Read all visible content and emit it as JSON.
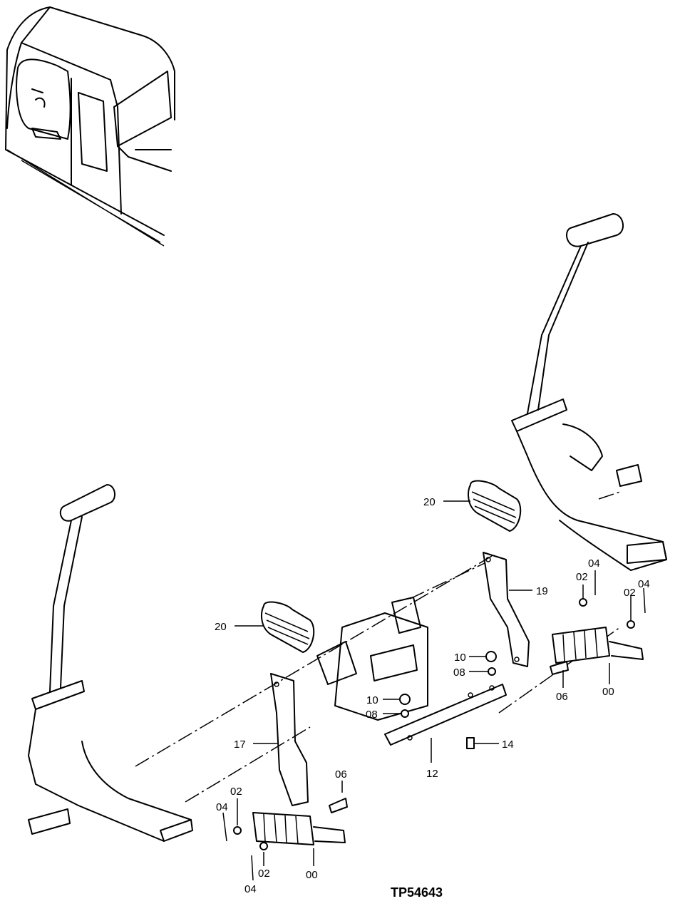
{
  "reference_code": "TP54643",
  "callouts": {
    "boot_left": "20",
    "boot_right": "20",
    "bracket_right": "19",
    "bracket_left": "17",
    "plate": "12",
    "bolt_plate": "14",
    "nut_upper": "10",
    "washer_upper": "08",
    "nut_lower": "10",
    "washer_lower": "08",
    "washer_right_a": "02",
    "pin_right_a": "04",
    "washer_right_b": "02",
    "pin_right_b": "04",
    "bolt_right": "06",
    "valve_right": "00",
    "bolt_left": "06",
    "washer_left_a": "02",
    "pin_left_a": "04",
    "washer_left_b": "02",
    "pin_left_b": "04",
    "valve_left": "00"
  }
}
